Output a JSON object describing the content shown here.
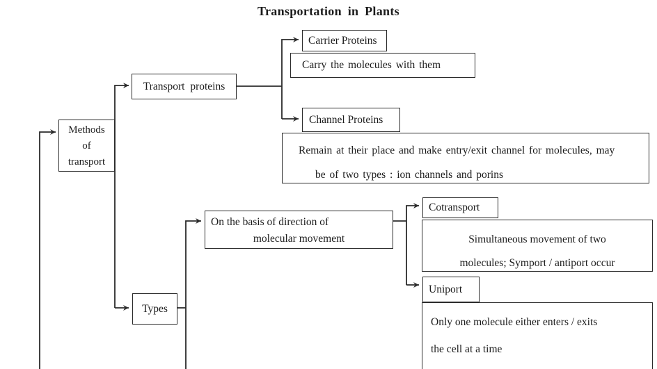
{
  "title": "Transportation in Plants",
  "colors": {
    "line": "#2b2b2b",
    "text": "#1c1c1c",
    "background": "#ffffff"
  },
  "nodes": {
    "methods": {
      "lines": [
        "Methods",
        "of",
        "transport"
      ]
    },
    "transport_proteins": {
      "label": "Transport proteins"
    },
    "carrier": {
      "label": "Carrier Proteins",
      "desc": "Carry the molecules with them"
    },
    "channel": {
      "label": "Channel Proteins",
      "desc_lines": [
        "Remain at their place and make entry/exit channel for molecules, may",
        "be of two types : ion channels and porins"
      ]
    },
    "types": {
      "label": "Types"
    },
    "basis": {
      "lines": [
        "On the basis of direction of",
        "molecular movement"
      ]
    },
    "cotransport": {
      "label": "Cotransport",
      "desc_lines": [
        "Simultaneous movement of two",
        "molecules; Symport / antiport occur"
      ]
    },
    "uniport": {
      "label": "Uniport",
      "desc_lines": [
        "Only one molecule either enters / exits",
        "the cell at a time"
      ]
    }
  }
}
